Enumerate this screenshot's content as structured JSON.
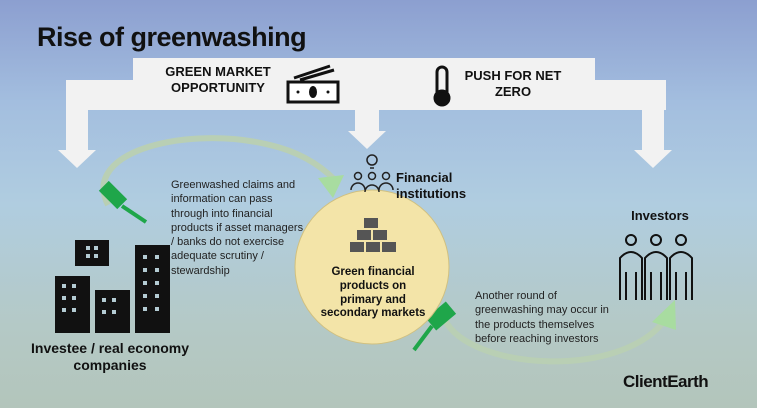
{
  "title": "Rise of greenwashing",
  "drivers": {
    "green_market": "GREEN MARKET OPPORTUNITY",
    "net_zero": "PUSH FOR NET ZERO"
  },
  "nodes": {
    "financial_institutions": "Financial institutions",
    "products": "Green financial products on primary and secondary markets",
    "investee": "Investee / real economy companies",
    "investors": "Investors"
  },
  "notes": {
    "first": "Greenwashed claims and information can pass through into financial products if asset managers / banks do not exercise adequate scrutiny / stewardship",
    "second": "Another round of greenwashing may occur in the products themselves before reaching investors"
  },
  "logo": "ClientEarth",
  "colors": {
    "brush": "#1fa64a",
    "circle": "#f3e4a8",
    "arrow": "#a8dca0"
  }
}
